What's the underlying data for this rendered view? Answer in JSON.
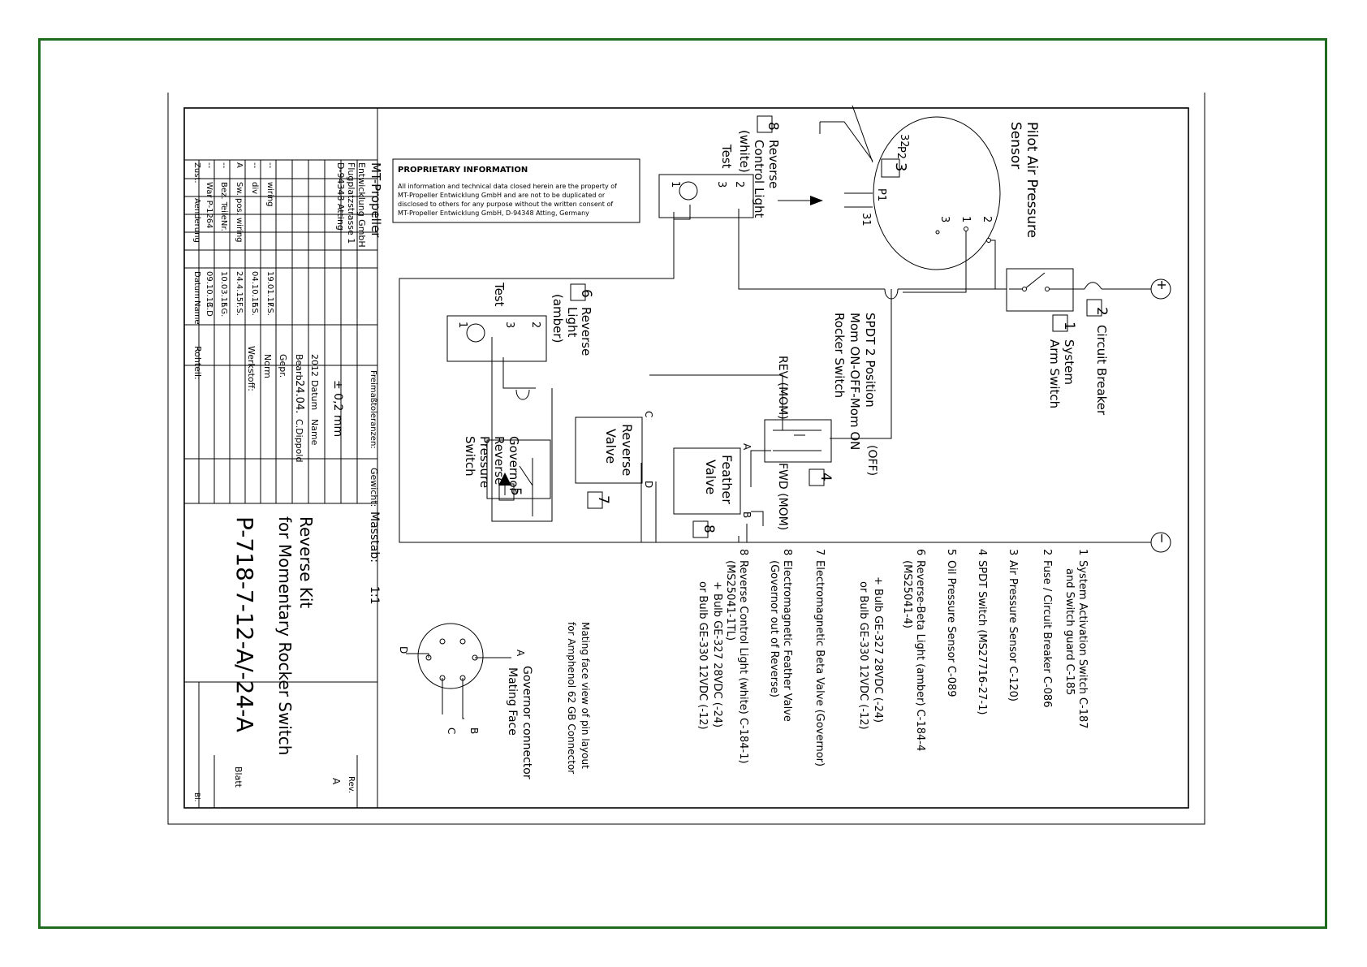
{
  "proprietary": {
    "title": "PROPRIETARY INFORMATION",
    "lines": [
      "All information and technical data closed herein are the property of",
      "MT-Propeller Entwicklung GmbH and are not to be duplicated or",
      "disclosed to others for any purpose without the written consent of",
      "MT-Propeller Entwicklung GmbH, D-94348 Atting, Germany"
    ]
  },
  "company": {
    "name": "MT-Propeller",
    "lines": [
      "Entwicklung GmbH",
      "Flugplatzstrasse 1",
      "D-94348 Atting"
    ]
  },
  "title_block": {
    "tolerance_label": "Freimaßtoleranzen:",
    "tolerance_value": "± 0,2 mm",
    "weight_label": "Gewicht:",
    "scale_label": "Masstab:",
    "scale_value": "1:1",
    "year": "2012",
    "datum_label": "Datum",
    "name_label": "Name",
    "bearb_label": "Bearb.",
    "bearb_date": "24.04.",
    "bearb_name": "C.Dippold",
    "gepr_label": "Gepr.",
    "norm_label": "Norm",
    "werkstoff_label": "Werkstoff:",
    "rohteil_label": "Rohteil:",
    "zust_label": "Zust.",
    "aenderung_label": "Aenderung",
    "datum_col_label": "Datum",
    "name_col_label": "Name",
    "drawing_title_1": "Reverse Kit",
    "drawing_title_2": "for Momentary Rocker Switch",
    "drawing_number": "P-718-7-12-A/-24-A",
    "rev_label": "Rev.",
    "rev_value": "A",
    "blatt_label": "Blatt",
    "bl_label": "Bl.",
    "revisions": [
      {
        "zust": "--",
        "text": "wiring",
        "date": "19.01.17",
        "name": "F.S."
      },
      {
        "zust": "--",
        "text": "div",
        "date": "04.10.16",
        "name": "F.S."
      },
      {
        "zust": "A",
        "text": "Sw. pos. wiring",
        "date": "24.4.15",
        "name": "F.S."
      },
      {
        "zust": "--",
        "text": "Bez. TeileNr.",
        "date": "10.03.15",
        "name": "F.G."
      },
      {
        "zust": "--",
        "text": "War P-1264",
        "date": "09.10.13",
        "name": "C.D"
      }
    ]
  },
  "components": {
    "c1_no": "1",
    "c1_lines": [
      "System",
      "Arm Switch"
    ],
    "c2_no": "2",
    "c2_lines": [
      "Circuit Breaker"
    ],
    "c3_no": "3",
    "c3_lines": [
      "Pilot Air Pressure",
      "Sensor"
    ],
    "c3_pins": {
      "p2": "P2",
      "p1": "P1",
      "w1": "31",
      "w2": "32",
      "pin1": "1",
      "pin2": "2",
      "pin3": "3"
    },
    "c4_no": "4",
    "c4_lines": [
      "SPDT 2 Position",
      "Mom ON-OFF-Mom ON",
      "Rocker Switch"
    ],
    "c4_rev": "REV (MOM)",
    "c4_fwd": "FWD (MOM)",
    "c4_off": "(OFF)",
    "c5_no": "5",
    "c5_lines": [
      "Governor",
      "Reverse",
      "Pressure",
      "Switch"
    ],
    "c6_no": "6",
    "c6_lines": [
      "Reverse",
      "Light",
      "(amber)"
    ],
    "c6_test": "Test",
    "c6_pins": {
      "a": "2",
      "b": "3",
      "c": "1"
    },
    "c7_no": "7",
    "c7_lines": [
      "Reverse",
      "Valve"
    ],
    "c7_pins": {
      "c": "C",
      "d": "D"
    },
    "c8_no": "8",
    "c8_lines": [
      "Reverse",
      "Control Light",
      "(white)"
    ],
    "c8_test": "Test",
    "c8_pins": {
      "a": "2",
      "b": "3",
      "c": "1"
    },
    "c8b_no": "8",
    "c8b_lines": [
      "Feather",
      "Valve"
    ],
    "c8b_pins": {
      "a": "A",
      "b": "B"
    },
    "plus": "+",
    "minus": "−"
  },
  "parts_list": [
    [
      "1",
      "System Activation Switch C-187",
      "and Switch guard C-185"
    ],
    [
      "2",
      "Fuse / Circuit Breaker C-086"
    ],
    [
      "3",
      "Air Pressure Sensor C-120)"
    ],
    [
      "4",
      "SPDT Switch (MS27716-27-1)"
    ],
    [
      "5",
      "Oil Pressure Sensor C-089"
    ],
    [
      "6",
      "Reverse-Beta Light (amber) C-184-4",
      "(MS25041-4)"
    ],
    [
      "",
      "+ Bulb GE-327 28VDC (-24)",
      "or Bulb GE-330 12VDC (-12)"
    ],
    [
      "7",
      "Electromagnetic Beta Valve (Governor)"
    ],
    [
      "8",
      "Electromagnetic Feather Valve",
      "(Governor out of Reverse)"
    ],
    [
      "8",
      "Reverse Control Light (white) C-184-1)",
      "(MS25041-1TL)"
    ],
    [
      "",
      "+ Bulb GE-327 28VDC (-24)",
      "or Bulb GE-330 12VDC (-12)"
    ]
  ],
  "connector": {
    "title": "Governor connector",
    "subtitle": "Mating Face",
    "note_1": "Mating face view of pin layout",
    "note_2": "for Amphenol 62 GB Connector",
    "pin_a": "A",
    "pin_b": "B",
    "pin_c": "C",
    "pin_d": "D"
  }
}
